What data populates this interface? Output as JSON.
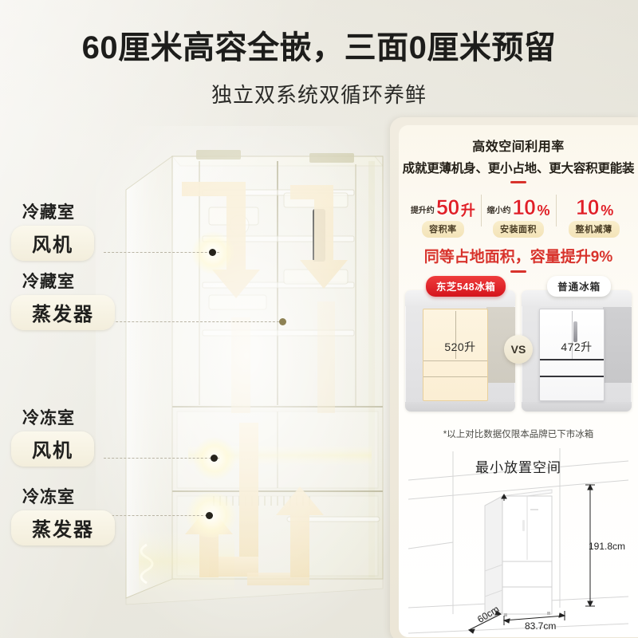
{
  "header": {
    "title": "60厘米高容全嵌，三面0厘米预留",
    "subtitle": "独立双系统双循环养鲜"
  },
  "callouts": [
    {
      "line1": "冷藏室",
      "pill": "风机"
    },
    {
      "line1": "冷藏室",
      "pill": "蒸发器"
    },
    {
      "line1": "冷冻室",
      "pill": "风机"
    },
    {
      "line1": "冷冻室",
      "pill": "蒸发器"
    }
  ],
  "right_panel": {
    "heading1": "高效空间利用率",
    "heading2": "成就更薄机身、更小占地、更大容积更能装",
    "stats": [
      {
        "prefix": "提升约",
        "value": "50",
        "unit": "升",
        "tag": "容积率"
      },
      {
        "prefix": "缩小约",
        "value": "10",
        "unit": "%",
        "tag": "安装面积"
      },
      {
        "prefix": "",
        "value": "10",
        "unit": "%",
        "tag": "整机减薄"
      }
    ],
    "claim": "同等占地面积，容量提升9%",
    "comparison": {
      "left": {
        "badge": "东芝548冰箱",
        "volume": "520升"
      },
      "vs": "VS",
      "right": {
        "badge": "普通冰箱",
        "volume": "472升"
      }
    },
    "footnote": "*以上对比数据仅限本品牌已下市冰箱",
    "dimension": {
      "title": "最小放置空间",
      "height": "191.8cm",
      "width": "83.7cm",
      "depth": "60cm"
    }
  },
  "colors": {
    "accent_red": "#d8332c",
    "badge_red": "#e01f26",
    "cream": "#f3eedc",
    "background": "#ecebe3"
  }
}
